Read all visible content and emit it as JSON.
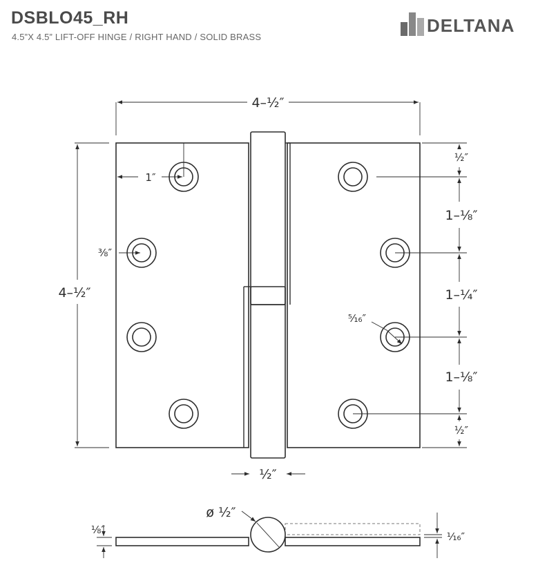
{
  "header": {
    "model": "DSBLO45_RH",
    "description": "4.5”X 4.5” LIFT-OFF HINGE / RIGHT HAND / SOLID BRASS"
  },
  "brand": {
    "name": "DELTANA"
  },
  "dimensions": {
    "overall_width": "4–½″",
    "overall_height": "4–½″",
    "hole_edge_offset": "1″",
    "hole_side_offset": "⅜″",
    "hole_diameter": "⁵⁄₁₆″",
    "spacing_top": "½″",
    "spacing_1": "1–⅛″",
    "spacing_2": "1–¼″",
    "spacing_3": "1–⅛″",
    "spacing_bottom": "½″",
    "knuckle_width": "½″",
    "pin_diameter": "ø ½″",
    "leaf_thickness": "⅛″",
    "leaf_gap": "¹⁄₁₆″"
  },
  "colors": {
    "line": "#2d2d2d",
    "logo": "#555555"
  }
}
